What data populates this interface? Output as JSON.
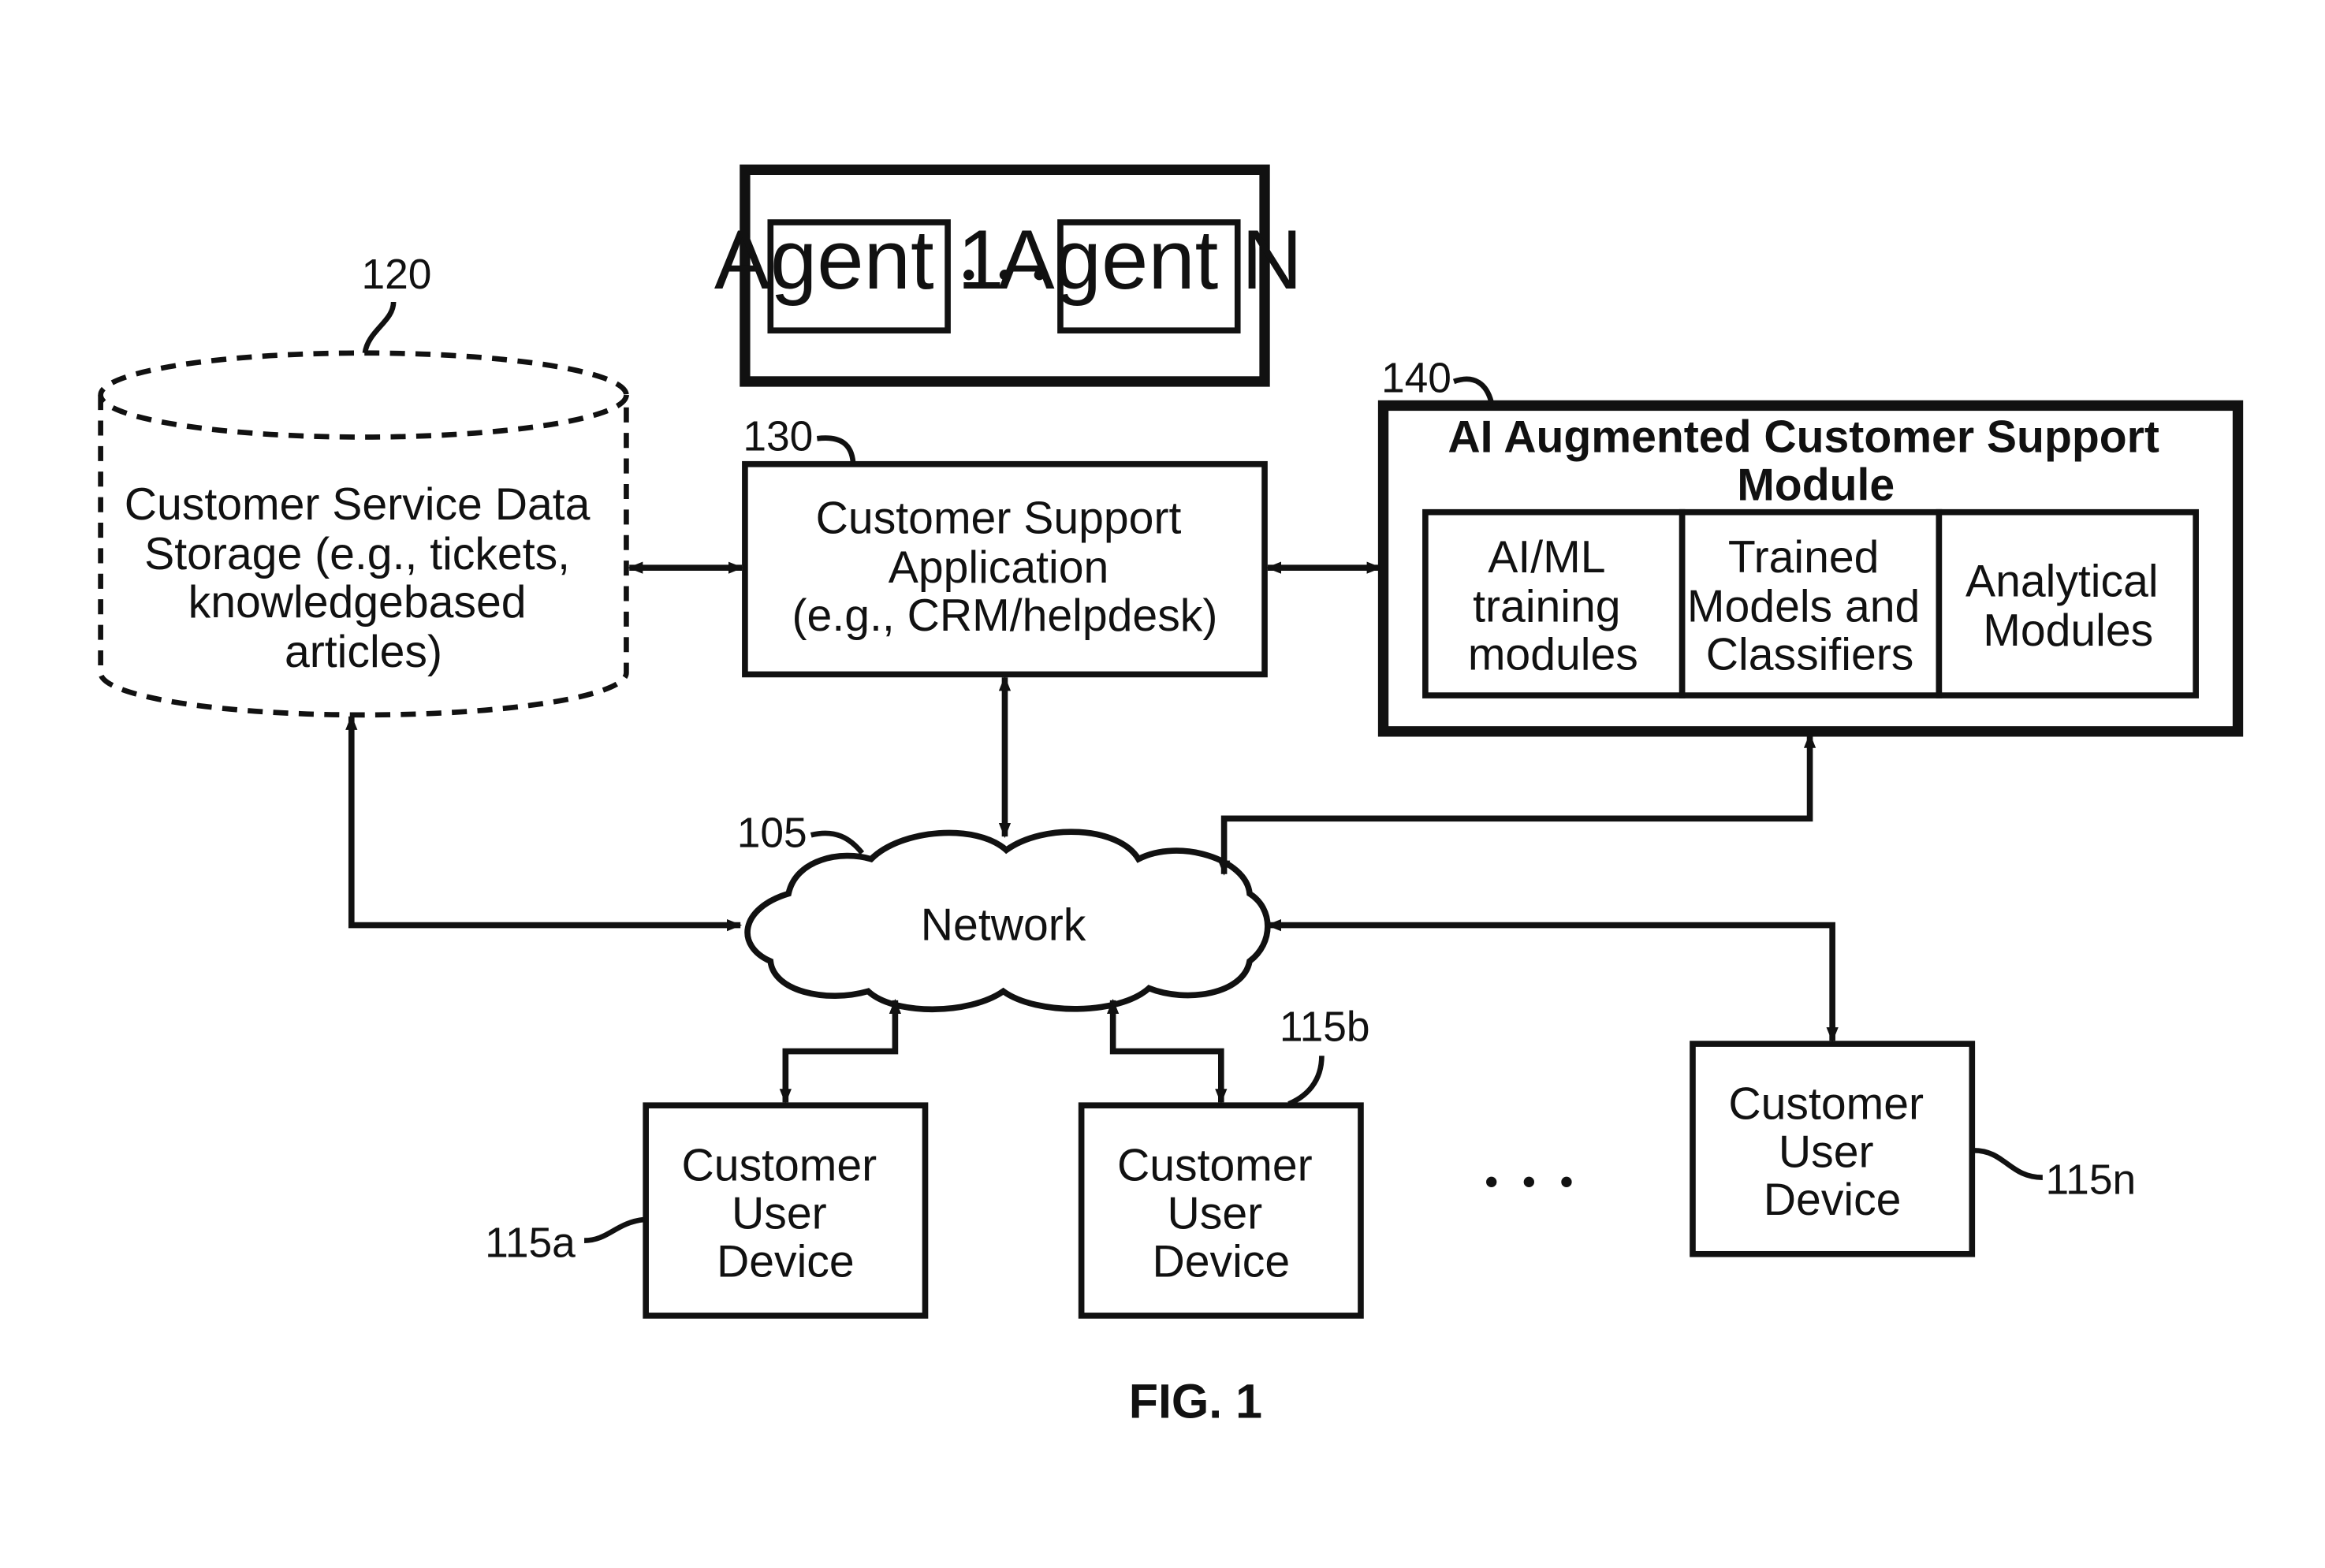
{
  "agents": {
    "agent_first": "Agent 1",
    "agent_last": "Agent N"
  },
  "storage": {
    "ref": "120",
    "lines": [
      "Customer Service Data",
      "Storage (e.g., tickets,",
      "knowledgebased",
      "articles)"
    ]
  },
  "support_app": {
    "ref": "130",
    "lines": [
      "Customer Support",
      "Application",
      "(e.g., CRM/helpdesk)"
    ]
  },
  "ai_module": {
    "ref": "140",
    "title_lines": [
      "AI Augmented Customer Support",
      "Module"
    ],
    "sub_training": [
      "AI/ML",
      "training",
      "modules"
    ],
    "sub_models": [
      "Trained",
      "Models and",
      "Classifiers"
    ],
    "sub_analytics": [
      "Analytical",
      "Modules"
    ]
  },
  "network": {
    "ref": "105",
    "label": "Network"
  },
  "devices": [
    {
      "ref": "115a",
      "lines": [
        "Customer",
        "User",
        "Device"
      ]
    },
    {
      "ref": "115b",
      "lines": [
        "Customer",
        "User",
        "Device"
      ]
    },
    {
      "ref": "115n",
      "lines": [
        "Customer",
        "User",
        "Device"
      ]
    }
  ],
  "figure_label": "FIG. 1"
}
